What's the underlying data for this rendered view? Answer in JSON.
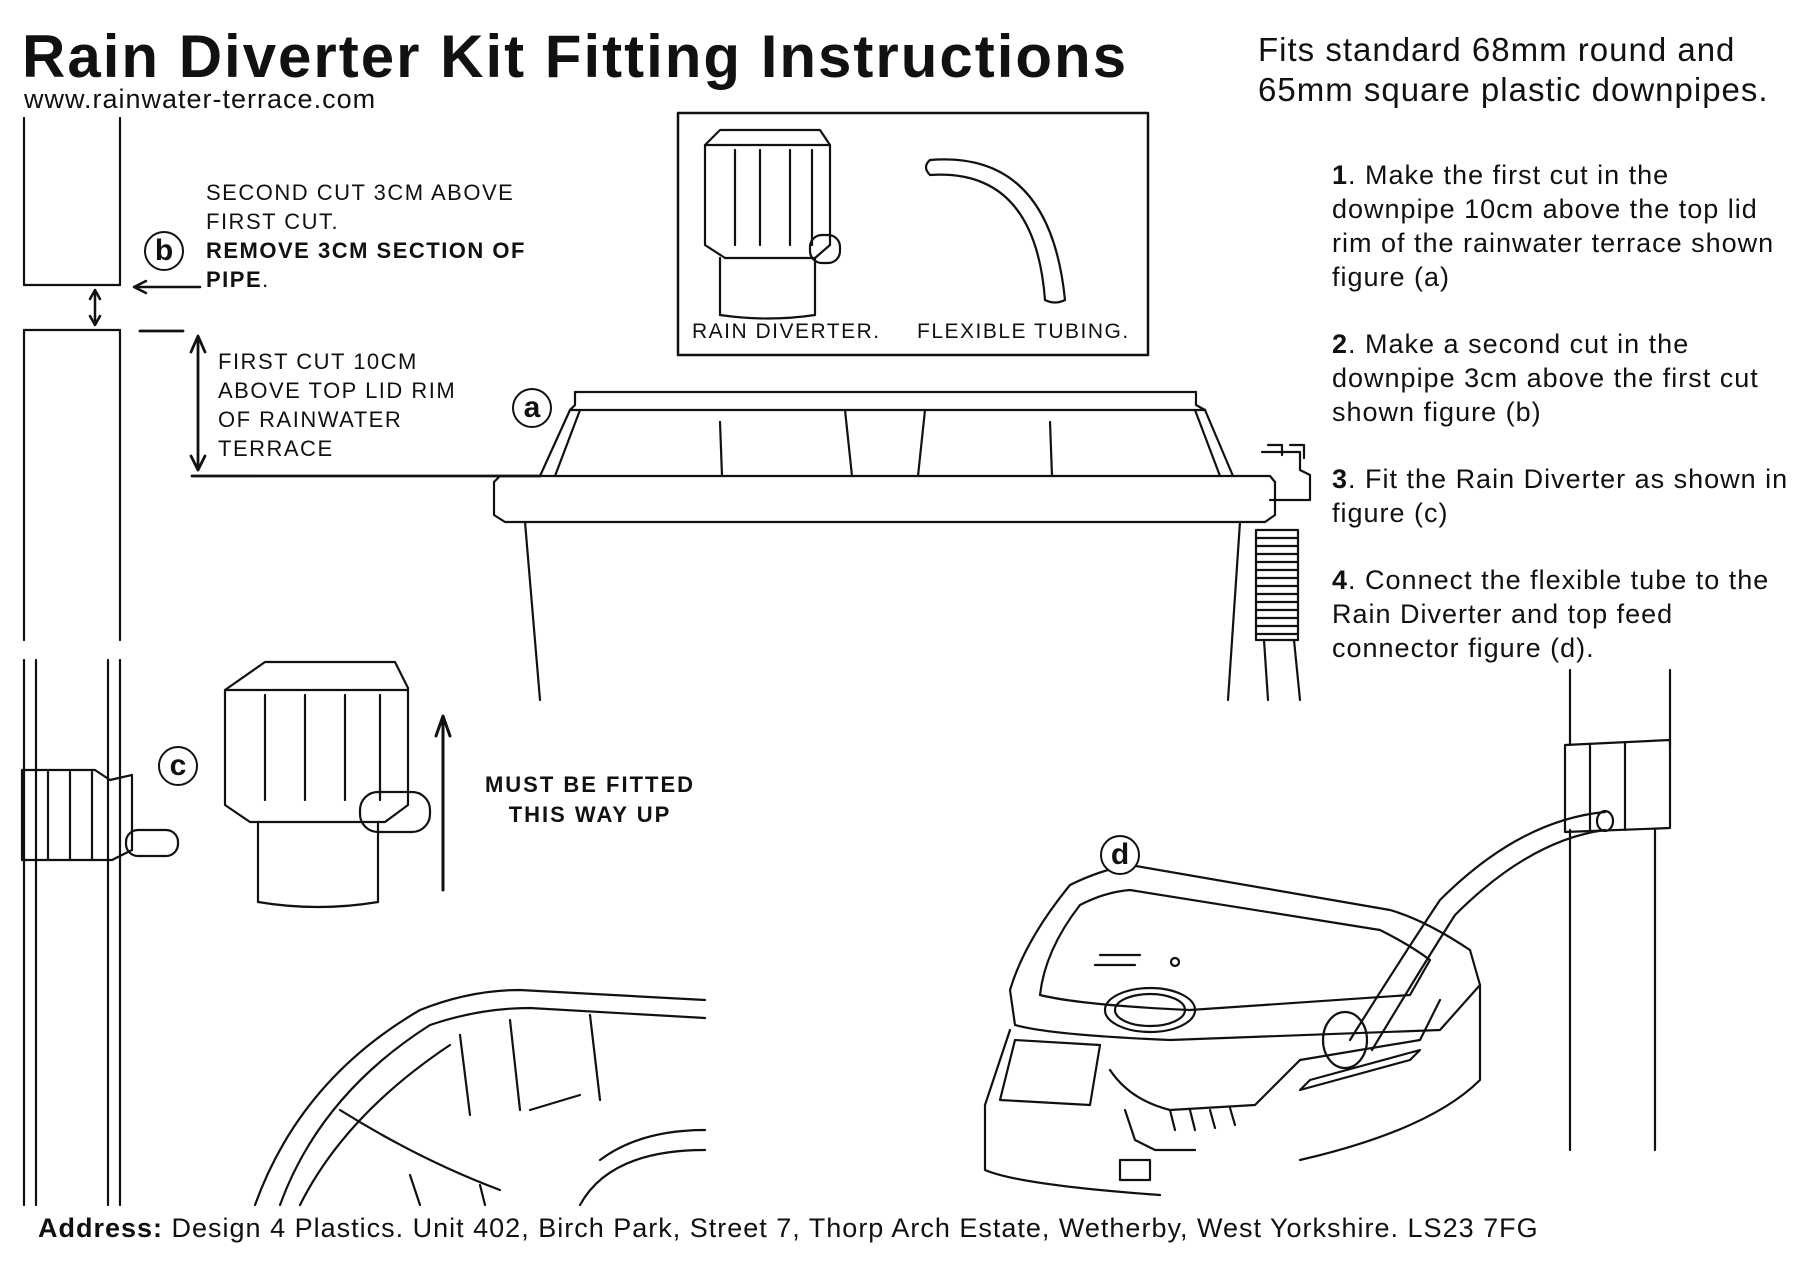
{
  "header": {
    "title": "Rain Diverter Kit Fitting Instructions",
    "website": "www.rainwater-terrace.com"
  },
  "intro": {
    "text": "Fits standard 68mm round and 65mm square plastic downpipes."
  },
  "steps": [
    {
      "number": "1",
      "text": ". Make the first cut in the downpipe 10cm above the top lid rim of the rainwater terrace shown figure (a)"
    },
    {
      "number": "2",
      "text": ". Make a second cut in the downpipe 3cm above the first cut shown figure (b)"
    },
    {
      "number": "3",
      "text": ". Fit the Rain Diverter as shown in figure (c)"
    },
    {
      "number": "4",
      "text": ". Connect the flexible tube to the Rain Diverter and top feed connector figure (d)."
    }
  ],
  "figure_b": {
    "label": "b",
    "line1": "SECOND CUT 3CM ABOVE",
    "line2": "FIRST CUT.",
    "line3_bold": "REMOVE 3CM SECTION OF",
    "line4_bold": "PIPE",
    "line4_end": "."
  },
  "figure_a": {
    "label": "a",
    "lines": [
      "FIRST CUT 10CM",
      "ABOVE TOP LID RIM",
      "OF RAINWATER",
      "TERRACE"
    ]
  },
  "inset": {
    "diverter_label": "RAIN DIVERTER.",
    "tubing_label": "FLEXIBLE TUBING."
  },
  "figure_c": {
    "label": "c",
    "must_line1": "MUST BE FITTED",
    "must_line2": "THIS WAY UP"
  },
  "figure_d": {
    "label": "d"
  },
  "footer": {
    "address_label": "Address:",
    "address_text": " Design 4 Plastics. Unit 402, Birch Park, Street 7, Thorp Arch Estate, Wetherby, West Yorkshire.  LS23 7FG"
  },
  "colors": {
    "ink": "#111111",
    "background": "#ffffff"
  }
}
